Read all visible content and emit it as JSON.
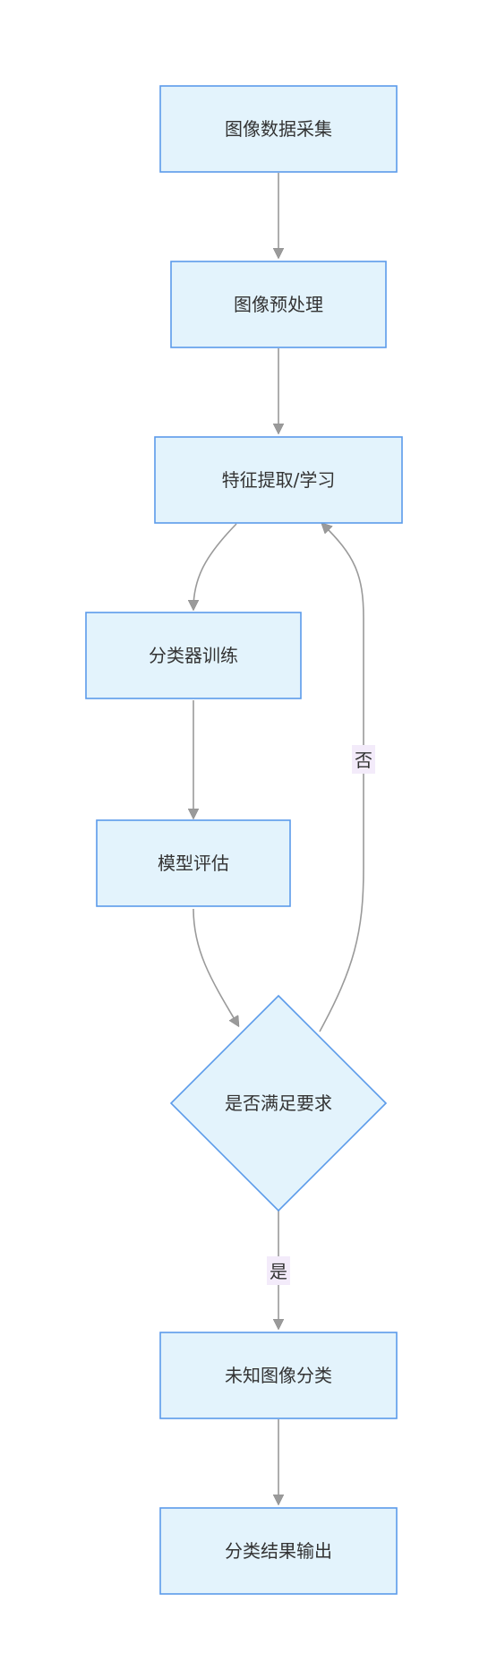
{
  "nodes": {
    "collect": "图像数据采集",
    "preprocess": "图像预处理",
    "features": "特征提取/学习",
    "train": "分类器训练",
    "evaluate": "模型评估",
    "decision": "是否满足要求",
    "classify": "未知图像分类",
    "output": "分类结果输出"
  },
  "edges": {
    "no": "否",
    "yes": "是"
  },
  "colors": {
    "node_fill": "#e3f3fc",
    "node_stroke": "#5b9bea",
    "edge": "#9a9a9a",
    "label_bg": "#f3ebfa",
    "text": "#333333"
  }
}
